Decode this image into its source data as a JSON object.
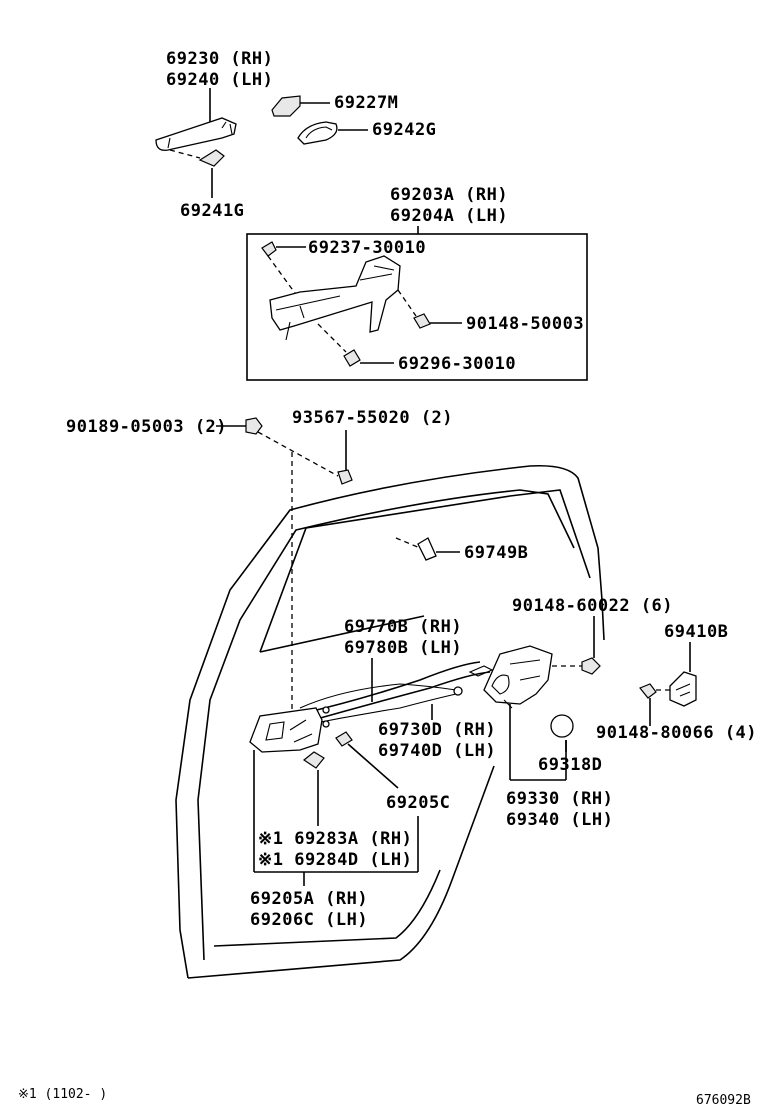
{
  "labels": {
    "l_69230": "69230 (RH)",
    "l_69240": "69240 (LH)",
    "l_69227M": "69227M",
    "l_69242G": "69242G",
    "l_69241G": "69241G",
    "l_69203A": "69203A (RH)",
    "l_69204A": "69204A (LH)",
    "l_69237": "69237-30010",
    "l_90148_50003": "90148-50003",
    "l_69296": "69296-30010",
    "l_90189": "90189-05003 (2)",
    "l_93567": "93567-55020 (2)",
    "l_69749B": "69749B",
    "l_90148_60022": "90148-60022 (6)",
    "l_69410B": "69410B",
    "l_69770B": "69770B (RH)",
    "l_69780B": "69780B (LH)",
    "l_90148_80066": "90148-80066 (4)",
    "l_69730D": "69730D (RH)",
    "l_69740D": "69740D (LH)",
    "l_69318D": "69318D",
    "l_69205C": "69205C",
    "l_69330": "69330 (RH)",
    "l_69340": "69340 (LH)",
    "l_69283A": "※1  69283A (RH)",
    "l_69284D": "※1  69284D (LH)",
    "l_69205A": "69205A (RH)",
    "l_69206C": "69206C (LH)"
  },
  "footnote": "※1 (1102-       )",
  "figure_code": "676092B"
}
